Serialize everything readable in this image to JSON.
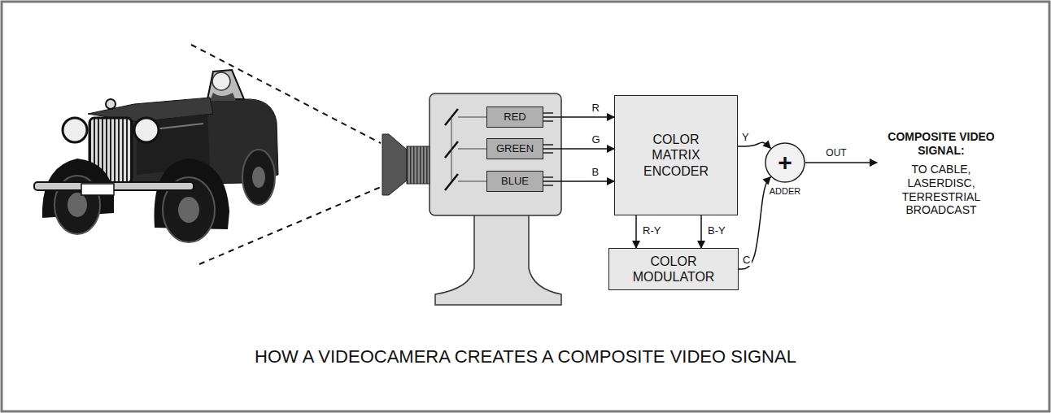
{
  "diagram": {
    "caption": "HOW A VIDEOCAMERA CREATES A COMPOSITE VIDEO SIGNAL",
    "nodes": [
      {
        "text": [
          "RED"
        ]
      },
      {
        "text": [
          "GREEN"
        ]
      },
      {
        "text": [
          "BLUE"
        ]
      },
      {
        "text": [
          "COLOR MATRIX ENCODER"
        ]
      },
      {
        "text": [
          "COLOR MODULATOR"
        ]
      },
      {
        "text": [
          "+",
          "ADDER"
        ]
      }
    ],
    "edges": [
      {
        "from": 0,
        "to": 3,
        "label": "R",
        "arrow": "to"
      },
      {
        "from": 1,
        "to": 3,
        "label": "G",
        "arrow": "to"
      },
      {
        "from": 2,
        "to": 3,
        "label": "B",
        "arrow": "to"
      },
      {
        "from": 3,
        "to": 4,
        "label": "R-Y",
        "arrow": "to"
      },
      {
        "from": 3,
        "to": 4,
        "label": "B-Y",
        "arrow": "to"
      },
      {
        "from": 3,
        "to": 5,
        "label": "Y",
        "arrow": "to"
      },
      {
        "from": 4,
        "to": 5,
        "label": "C",
        "arrow": "to"
      }
    ],
    "labels": [
      "OUT",
      "COMPOSITE VIDEO SIGNAL:",
      "TO CABLE, LASERDISC, TERRESTRIAL BROADCAST"
    ]
  }
}
